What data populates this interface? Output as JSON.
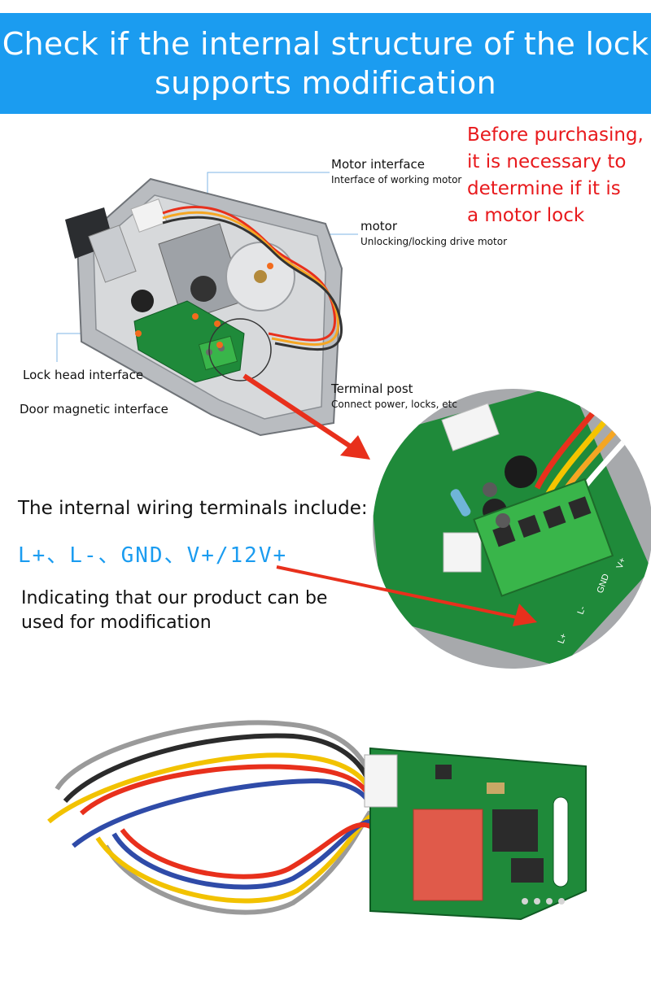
{
  "banner": {
    "title": "Check if the internal structure of the lock supports modification"
  },
  "note": {
    "text": "Before purchasing,\nit is necessary to\ndetermine if it is\na motor lock"
  },
  "callouts": {
    "motor_interface": {
      "title": "Motor interface",
      "desc": "Interface of working motor"
    },
    "motor": {
      "title": "motor",
      "desc": "Unlocking/locking drive motor"
    },
    "terminal_post": {
      "title": "Terminal post",
      "desc": "Connect power, locks, etc"
    },
    "lock_head": "Lock head interface",
    "door_magnetic": "Door magnetic interface"
  },
  "wiring": {
    "heading": "The internal wiring terminals include:",
    "terminals": "L+、L-、GND、V+/12V+",
    "conclusion": "Indicating that our product can be used for modification"
  },
  "terminal_block_labels": [
    "L+",
    "L-",
    "GND",
    "V+"
  ],
  "colors": {
    "banner": "#1b9cf0",
    "note": "#e8191c",
    "terminals": "#1b9cf0",
    "arrow": "#e8301c",
    "pcb": "#1f8a3a",
    "terminal_block": "#39b54a"
  }
}
